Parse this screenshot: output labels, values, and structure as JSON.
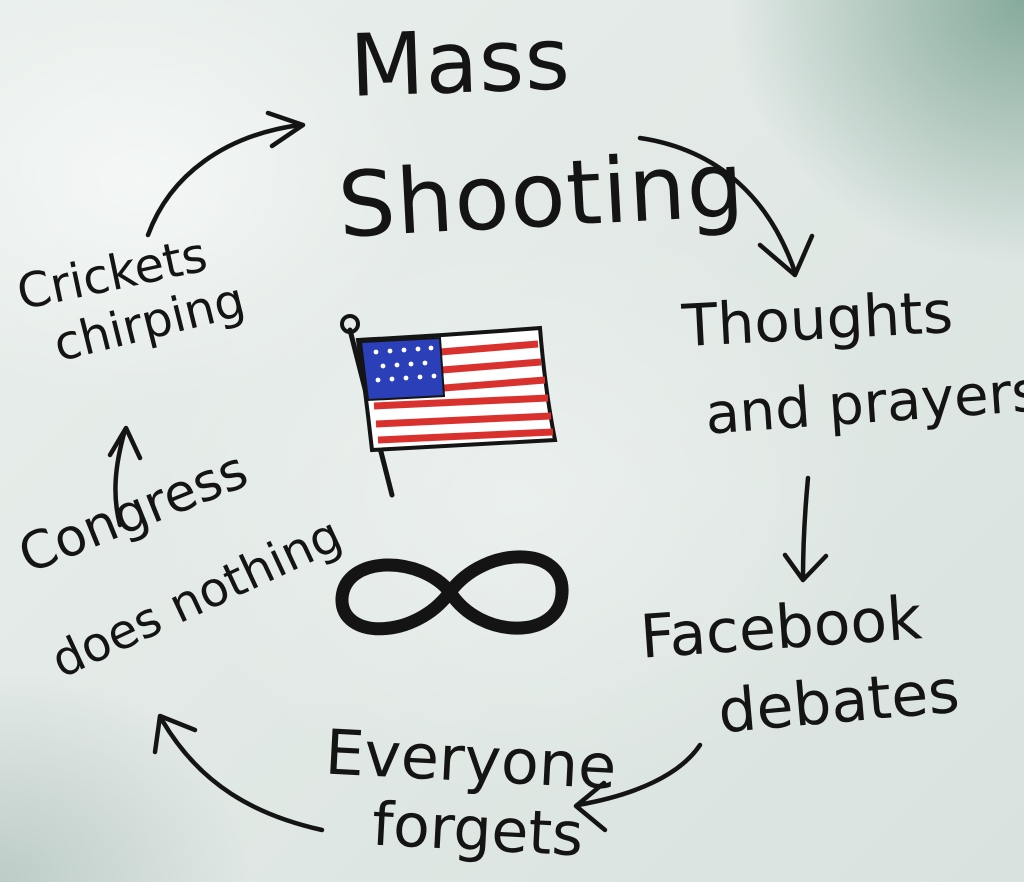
{
  "nodes": {
    "mass_shooting": {
      "line1": "Mass",
      "line2": "Shooting"
    },
    "thoughts_and_prayers": {
      "line1": "Thoughts",
      "line2": "and prayers"
    },
    "facebook_debates": {
      "line1": "Facebook",
      "line2": "debates"
    },
    "everyone_forgets": {
      "line1": "Everyone",
      "line2": "forgets"
    },
    "congress_does_nothing": {
      "line1": "Congress",
      "line2": "does nothing"
    },
    "crickets_chirping": {
      "line1": "Crickets",
      "line2": "chirping"
    }
  },
  "center_icons": [
    "us-flag-icon",
    "infinity-icon"
  ],
  "colors": {
    "ink": "#141414",
    "flag_blue": "#2b3fb8",
    "flag_red": "#d9322e",
    "board_accent": "#3c785f"
  }
}
